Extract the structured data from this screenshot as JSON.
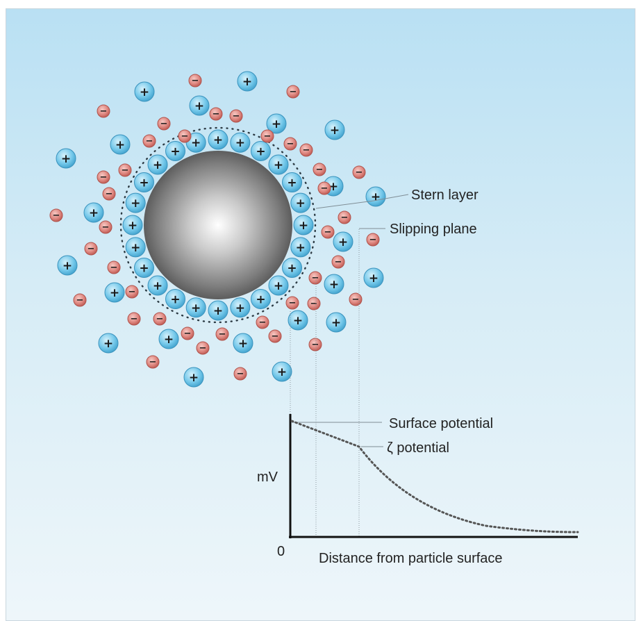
{
  "labels": {
    "stern_layer": "Stern layer",
    "slipping_plane": "Slipping plane",
    "surface_potential": "Surface potential",
    "zeta_potential": "ζ potential",
    "y_axis": "mV",
    "origin": "0",
    "x_axis": "Distance from particle surface"
  },
  "ions": {
    "positive_symbol": "+",
    "negative_symbol": "−"
  },
  "colors": {
    "background_top": "#b9e0f3",
    "background_bottom": "#eef6fa",
    "positive_ion": "#6cc7ea",
    "negative_ion": "#e0837c",
    "particle": "#8a8a8a",
    "curve": "#555555"
  },
  "icon_names": {
    "particle": "sphere-icon",
    "positive_ion": "plus-ion-icon",
    "negative_ion": "minus-ion-icon"
  }
}
